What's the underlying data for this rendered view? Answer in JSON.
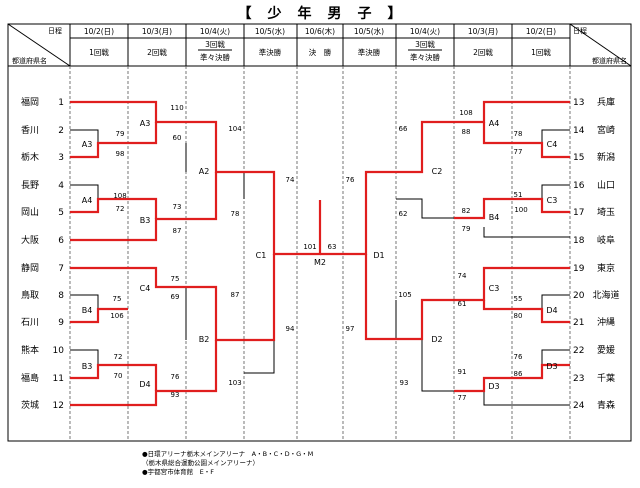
{
  "title": "【　少　年　男　子　】",
  "header": {
    "left_corner": {
      "top": "日程",
      "bottom": "都道府県名"
    },
    "right_corner": {
      "top": "日程",
      "bottom": "都道府県名"
    },
    "dates": [
      "10/2(日)",
      "10/3(月)",
      "10/4(火)",
      "10/5(水)",
      "10/6(木)",
      "10/5(水)",
      "10/4(火)",
      "10/3(月)",
      "10/2(日)"
    ],
    "rounds": [
      {
        "line1": "",
        "line2": "1回戦"
      },
      {
        "line1": "",
        "line2": "2回戦"
      },
      {
        "line1": "3回戦",
        "line2": "準々決勝"
      },
      {
        "line1": "",
        "line2": "準決勝"
      },
      {
        "line1": "",
        "line2": "決　勝"
      },
      {
        "line1": "",
        "line2": "準決勝"
      },
      {
        "line1": "3回戦",
        "line2": "準々決勝"
      },
      {
        "line1": "",
        "line2": "2回戦"
      },
      {
        "line1": "",
        "line2": "1回戦"
      }
    ]
  },
  "left_teams": [
    {
      "seed": "1",
      "name": "福岡"
    },
    {
      "seed": "2",
      "name": "香川"
    },
    {
      "seed": "3",
      "name": "栃木"
    },
    {
      "seed": "4",
      "name": "長野"
    },
    {
      "seed": "5",
      "name": "岡山"
    },
    {
      "seed": "6",
      "name": "大阪"
    },
    {
      "seed": "7",
      "name": "静岡"
    },
    {
      "seed": "8",
      "name": "鳥取"
    },
    {
      "seed": "9",
      "name": "石川"
    },
    {
      "seed": "10",
      "name": "熊本"
    },
    {
      "seed": "11",
      "name": "福島"
    },
    {
      "seed": "12",
      "name": "茨城"
    }
  ],
  "right_teams": [
    {
      "seed": "13",
      "name": "兵庫"
    },
    {
      "seed": "14",
      "name": "宮崎"
    },
    {
      "seed": "15",
      "name": "新潟"
    },
    {
      "seed": "16",
      "name": "山口"
    },
    {
      "seed": "17",
      "name": "埼玉"
    },
    {
      "seed": "18",
      "name": "岐阜"
    },
    {
      "seed": "19",
      "name": "東京"
    },
    {
      "seed": "20",
      "name": "北海道"
    },
    {
      "seed": "21",
      "name": "沖縄"
    },
    {
      "seed": "22",
      "name": "愛媛"
    },
    {
      "seed": "23",
      "name": "千葉"
    },
    {
      "seed": "24",
      "name": "青森"
    }
  ],
  "match_labels": [
    "A3",
    "A4",
    "B4",
    "B3",
    "A3",
    "B3",
    "C4",
    "D4",
    "A2",
    "B2",
    "C1",
    "M2",
    "D1",
    "C2",
    "D2",
    "A4",
    "C3",
    "C4",
    "B4",
    "C3",
    "D4",
    "D3",
    "D3"
  ],
  "scores": [
    "79",
    "98",
    "108",
    "72",
    "75",
    "106",
    "72",
    "70",
    "110",
    "60",
    "73",
    "87",
    "75",
    "69",
    "76",
    "93",
    "104",
    "78",
    "87",
    "103",
    "74",
    "94",
    "101",
    "63",
    "76",
    "97",
    "66",
    "62",
    "105",
    "93",
    "108",
    "88",
    "82",
    "79",
    "74",
    "61",
    "91",
    "77",
    "78",
    "77",
    "51",
    "100",
    "55",
    "80",
    "76",
    "86"
  ],
  "notes": [
    "●日環アリーナ栃木メインアリーナ　A・B・C・D・G・M",
    "（栃木県総合運動公園メインアリーナ）",
    "●宇都宮市体育館　E・F"
  ],
  "colors": {
    "winner": "#e01e1e",
    "line": "#000000",
    "divider": "#555555"
  }
}
